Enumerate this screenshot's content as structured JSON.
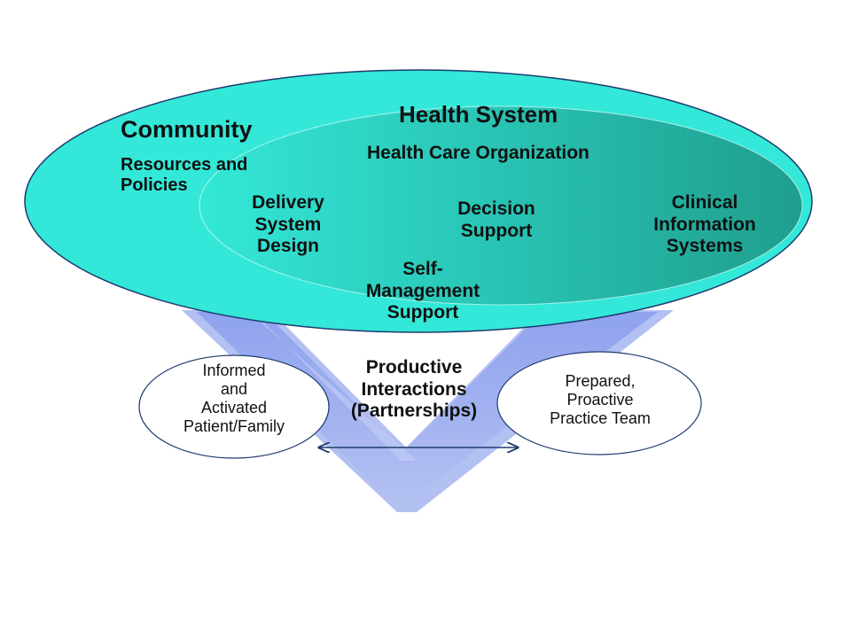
{
  "colors": {
    "community_fill": "#33e8d8",
    "health_system_fill_light": "#33e8d8",
    "health_system_fill_dark": "#1f9e8e",
    "outline": "#1f3b6e",
    "arrow_fill": "#8fa2ee",
    "arrow_shadow": "#b3c0f2",
    "text": "#111111"
  },
  "community": {
    "title": "Community",
    "resources": "Resources and\nPolicies"
  },
  "health_system": {
    "title": "Health System",
    "organization": "Health Care Organization",
    "delivery": "Delivery\nSystem\nDesign",
    "decision": "Decision\nSupport",
    "clinical": "Clinical\nInformation\nSystems",
    "self_management": "Self-\nManagement\nSupport"
  },
  "interactions": {
    "label": "Productive\nInteractions\n(Partnerships)"
  },
  "patient": {
    "label": "Informed\nand\nActivated\nPatient/Family"
  },
  "team": {
    "label": "Prepared,\nProactive\nPractice Team"
  }
}
